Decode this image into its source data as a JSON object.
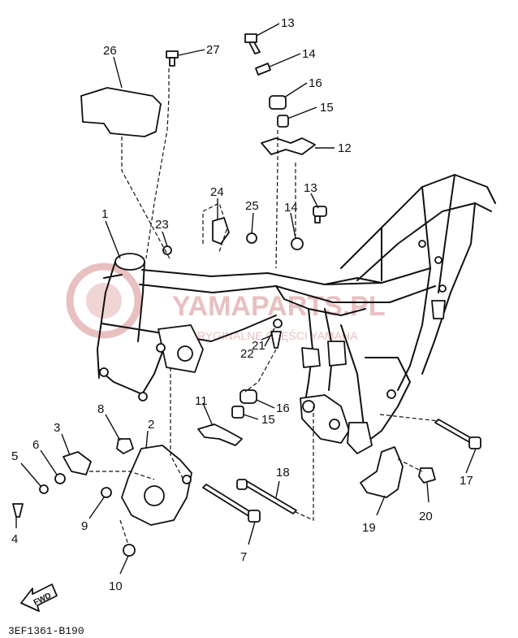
{
  "callouts": [
    {
      "id": "c1",
      "text": "1"
    },
    {
      "id": "c2",
      "text": "2"
    },
    {
      "id": "c3",
      "text": "3"
    },
    {
      "id": "c4",
      "text": "4"
    },
    {
      "id": "c5",
      "text": "5"
    },
    {
      "id": "c6",
      "text": "6"
    },
    {
      "id": "c7",
      "text": "7"
    },
    {
      "id": "c8",
      "text": "8"
    },
    {
      "id": "c9",
      "text": "9"
    },
    {
      "id": "c10",
      "text": "10"
    },
    {
      "id": "c11",
      "text": "11"
    },
    {
      "id": "c12",
      "text": "12"
    },
    {
      "id": "c13a",
      "text": "13"
    },
    {
      "id": "c13b",
      "text": "13"
    },
    {
      "id": "c14a",
      "text": "14"
    },
    {
      "id": "c14b",
      "text": "14"
    },
    {
      "id": "c15a",
      "text": "15"
    },
    {
      "id": "c15b",
      "text": "15"
    },
    {
      "id": "c16a",
      "text": "16"
    },
    {
      "id": "c16b",
      "text": "16"
    },
    {
      "id": "c17",
      "text": "17"
    },
    {
      "id": "c18",
      "text": "18"
    },
    {
      "id": "c19",
      "text": "19"
    },
    {
      "id": "c20",
      "text": "20"
    },
    {
      "id": "c21",
      "text": "21"
    },
    {
      "id": "c22",
      "text": "22"
    },
    {
      "id": "c23",
      "text": "23"
    },
    {
      "id": "c24",
      "text": "24"
    },
    {
      "id": "c25",
      "text": "25"
    },
    {
      "id": "c26",
      "text": "26"
    },
    {
      "id": "c27",
      "text": "27"
    }
  ],
  "watermark": {
    "brand": "YAMAPARTS.PL",
    "tagline": "ORYGINALNE CZĘŚCI YAMAHA",
    "color": "#e8c0c0"
  },
  "fwd_label": "FWD",
  "diagram_code": "3EF1361-B190"
}
